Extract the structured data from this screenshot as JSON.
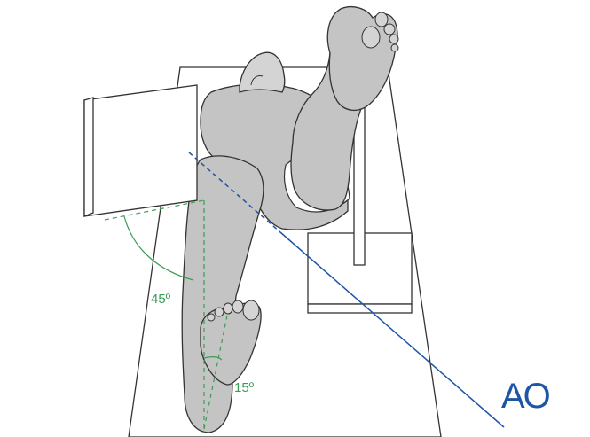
{
  "figure": {
    "labels": {
      "hip_angle": "45º",
      "foot_angle": "15º"
    },
    "logo": "AO",
    "colors": {
      "skin": "#c4c4c4",
      "outline": "#333333",
      "annotation_green": "#3b9b57",
      "beam_blue": "#1f55a5",
      "table": "#ffffff",
      "logo_blue": "#1f55a5"
    }
  }
}
